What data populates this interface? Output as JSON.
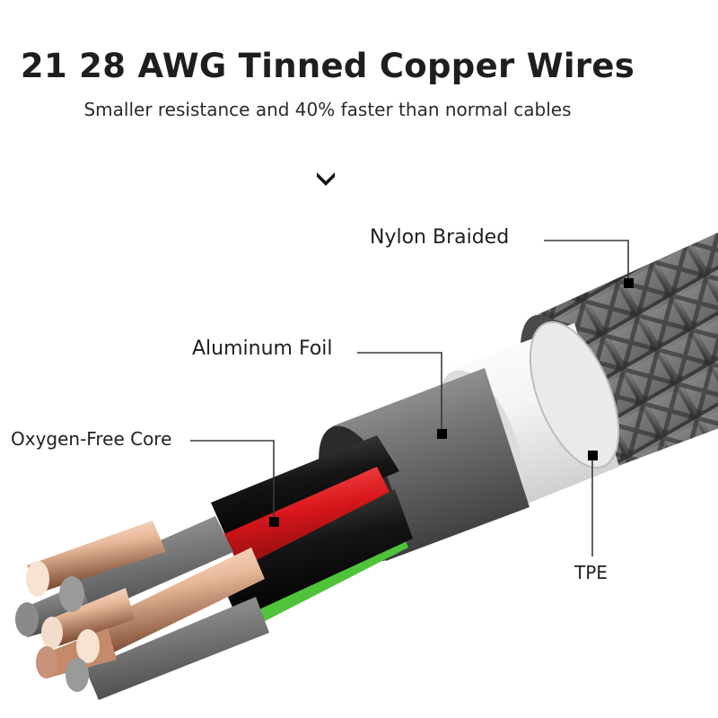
{
  "header": {
    "title": "21 28 AWG Tinned Copper Wires",
    "subtitle": "Smaller resistance and 40% faster than normal cables",
    "scroll_indicator_icon": "chevron-down-icon"
  },
  "diagram": {
    "subject": "Cable cross-section",
    "callouts": [
      {
        "id": "nylon",
        "label": "Nylon Braided"
      },
      {
        "id": "foil",
        "label": "Aluminum Foil"
      },
      {
        "id": "core",
        "label": "Oxygen-Free Core"
      },
      {
        "id": "tpe",
        "label": "TPE"
      }
    ],
    "colors": {
      "braid": "#5a5a5a",
      "tpe_sleeve": "#f2f2f2",
      "foil": "#6e6e6e",
      "red_wire": "#d8161b",
      "green_wire": "#4fc43a",
      "black_wire": "#151515",
      "copper": "#e8b89a",
      "grey_insulation": "#7a7a7a"
    }
  }
}
